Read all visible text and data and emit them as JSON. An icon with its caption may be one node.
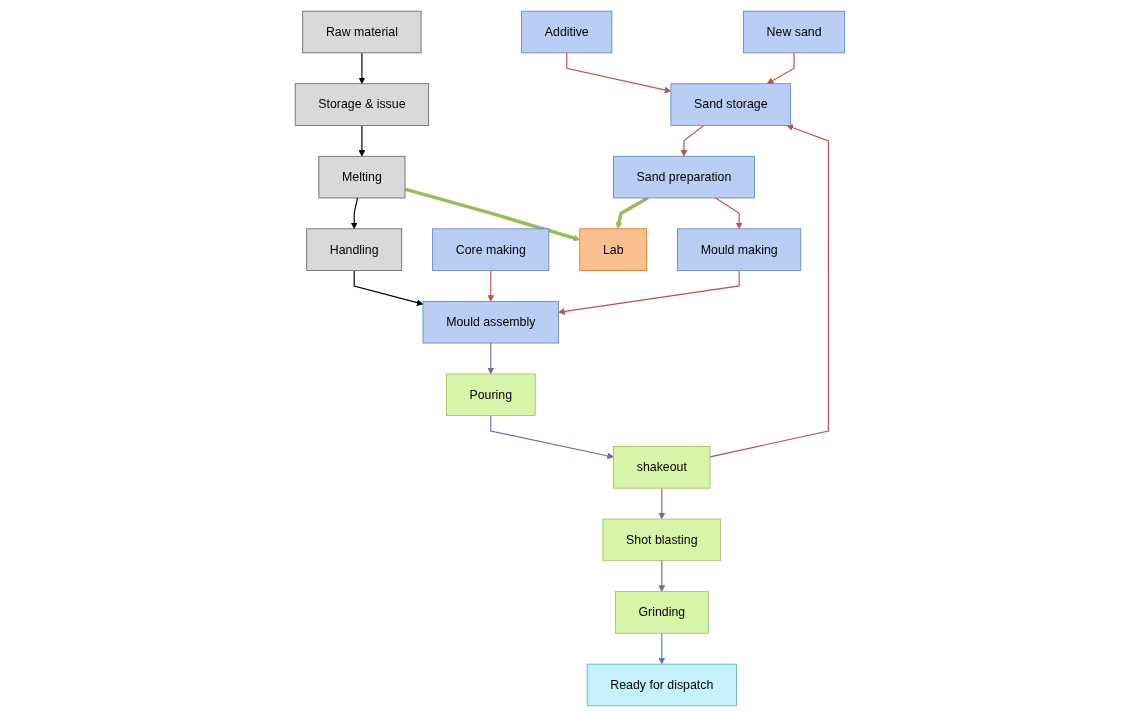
{
  "diagram": {
    "nodes": [
      {
        "text": [
          "Raw material"
        ]
      },
      {
        "text": [
          "Storage & issue"
        ]
      },
      {
        "text": [
          "Melting"
        ]
      },
      {
        "text": [
          "Handling"
        ]
      },
      {
        "text": [
          "Lab"
        ]
      },
      {
        "text": [
          "Additive"
        ]
      },
      {
        "text": [
          "New sand"
        ]
      },
      {
        "text": [
          "Sand storage"
        ]
      },
      {
        "text": [
          "Core making"
        ]
      },
      {
        "text": [
          "Sand preparation"
        ]
      },
      {
        "text": [
          "Mould assembly"
        ]
      },
      {
        "text": [
          "Mould making"
        ]
      },
      {
        "text": [
          "Pouring"
        ]
      },
      {
        "text": [
          "shakeout"
        ]
      },
      {
        "text": [
          "Shot blasting"
        ]
      },
      {
        "text": [
          "Grinding"
        ]
      },
      {
        "text": [
          "Ready for dispatch"
        ]
      }
    ],
    "edges": [
      {
        "from": 0,
        "to": 1,
        "arrow": "to",
        "color": "#000000"
      },
      {
        "from": 1,
        "to": 2,
        "arrow": "to",
        "color": "#000000"
      },
      {
        "from": 2,
        "to": 3,
        "arrow": "to",
        "color": "#000000"
      },
      {
        "from": 2,
        "to": 4,
        "arrow": "to",
        "style": "thick",
        "color": "#9bbb59"
      },
      {
        "from": 3,
        "to": 10,
        "arrow": "to",
        "color": "#000000"
      },
      {
        "from": 5,
        "to": 7,
        "arrow": "to",
        "color": "#c0504d"
      },
      {
        "from": 6,
        "to": 7,
        "arrow": "to",
        "color": "#c0504d"
      },
      {
        "from": 9,
        "to": 4,
        "arrow": "to",
        "style": "thick",
        "color": "#9bbb59"
      },
      {
        "from": 7,
        "to": 9,
        "arrow": "to",
        "color": "#c0504d"
      },
      {
        "from": 8,
        "to": 10,
        "arrow": "to",
        "color": "#c0504d"
      },
      {
        "from": 9,
        "to": 11,
        "arrow": "to",
        "color": "#c0504d"
      },
      {
        "from": 11,
        "to": 10,
        "arrow": "to",
        "color": "#c0504d"
      },
      {
        "from": 10,
        "to": 12,
        "arrow": "to",
        "color": "#8064a2"
      },
      {
        "from": 12,
        "to": 13,
        "arrow": "to",
        "color": "#8064a2"
      },
      {
        "from": 13,
        "to": 14,
        "arrow": "to",
        "color": "#8064a2"
      },
      {
        "from": 14,
        "to": 15,
        "arrow": "to",
        "color": "#8064a2"
      },
      {
        "from": 15,
        "to": 16,
        "arrow": "to",
        "color": "#4f81bd"
      },
      {
        "from": 13,
        "to": 7,
        "arrow": "to",
        "color": "#c0504d"
      }
    ]
  }
}
